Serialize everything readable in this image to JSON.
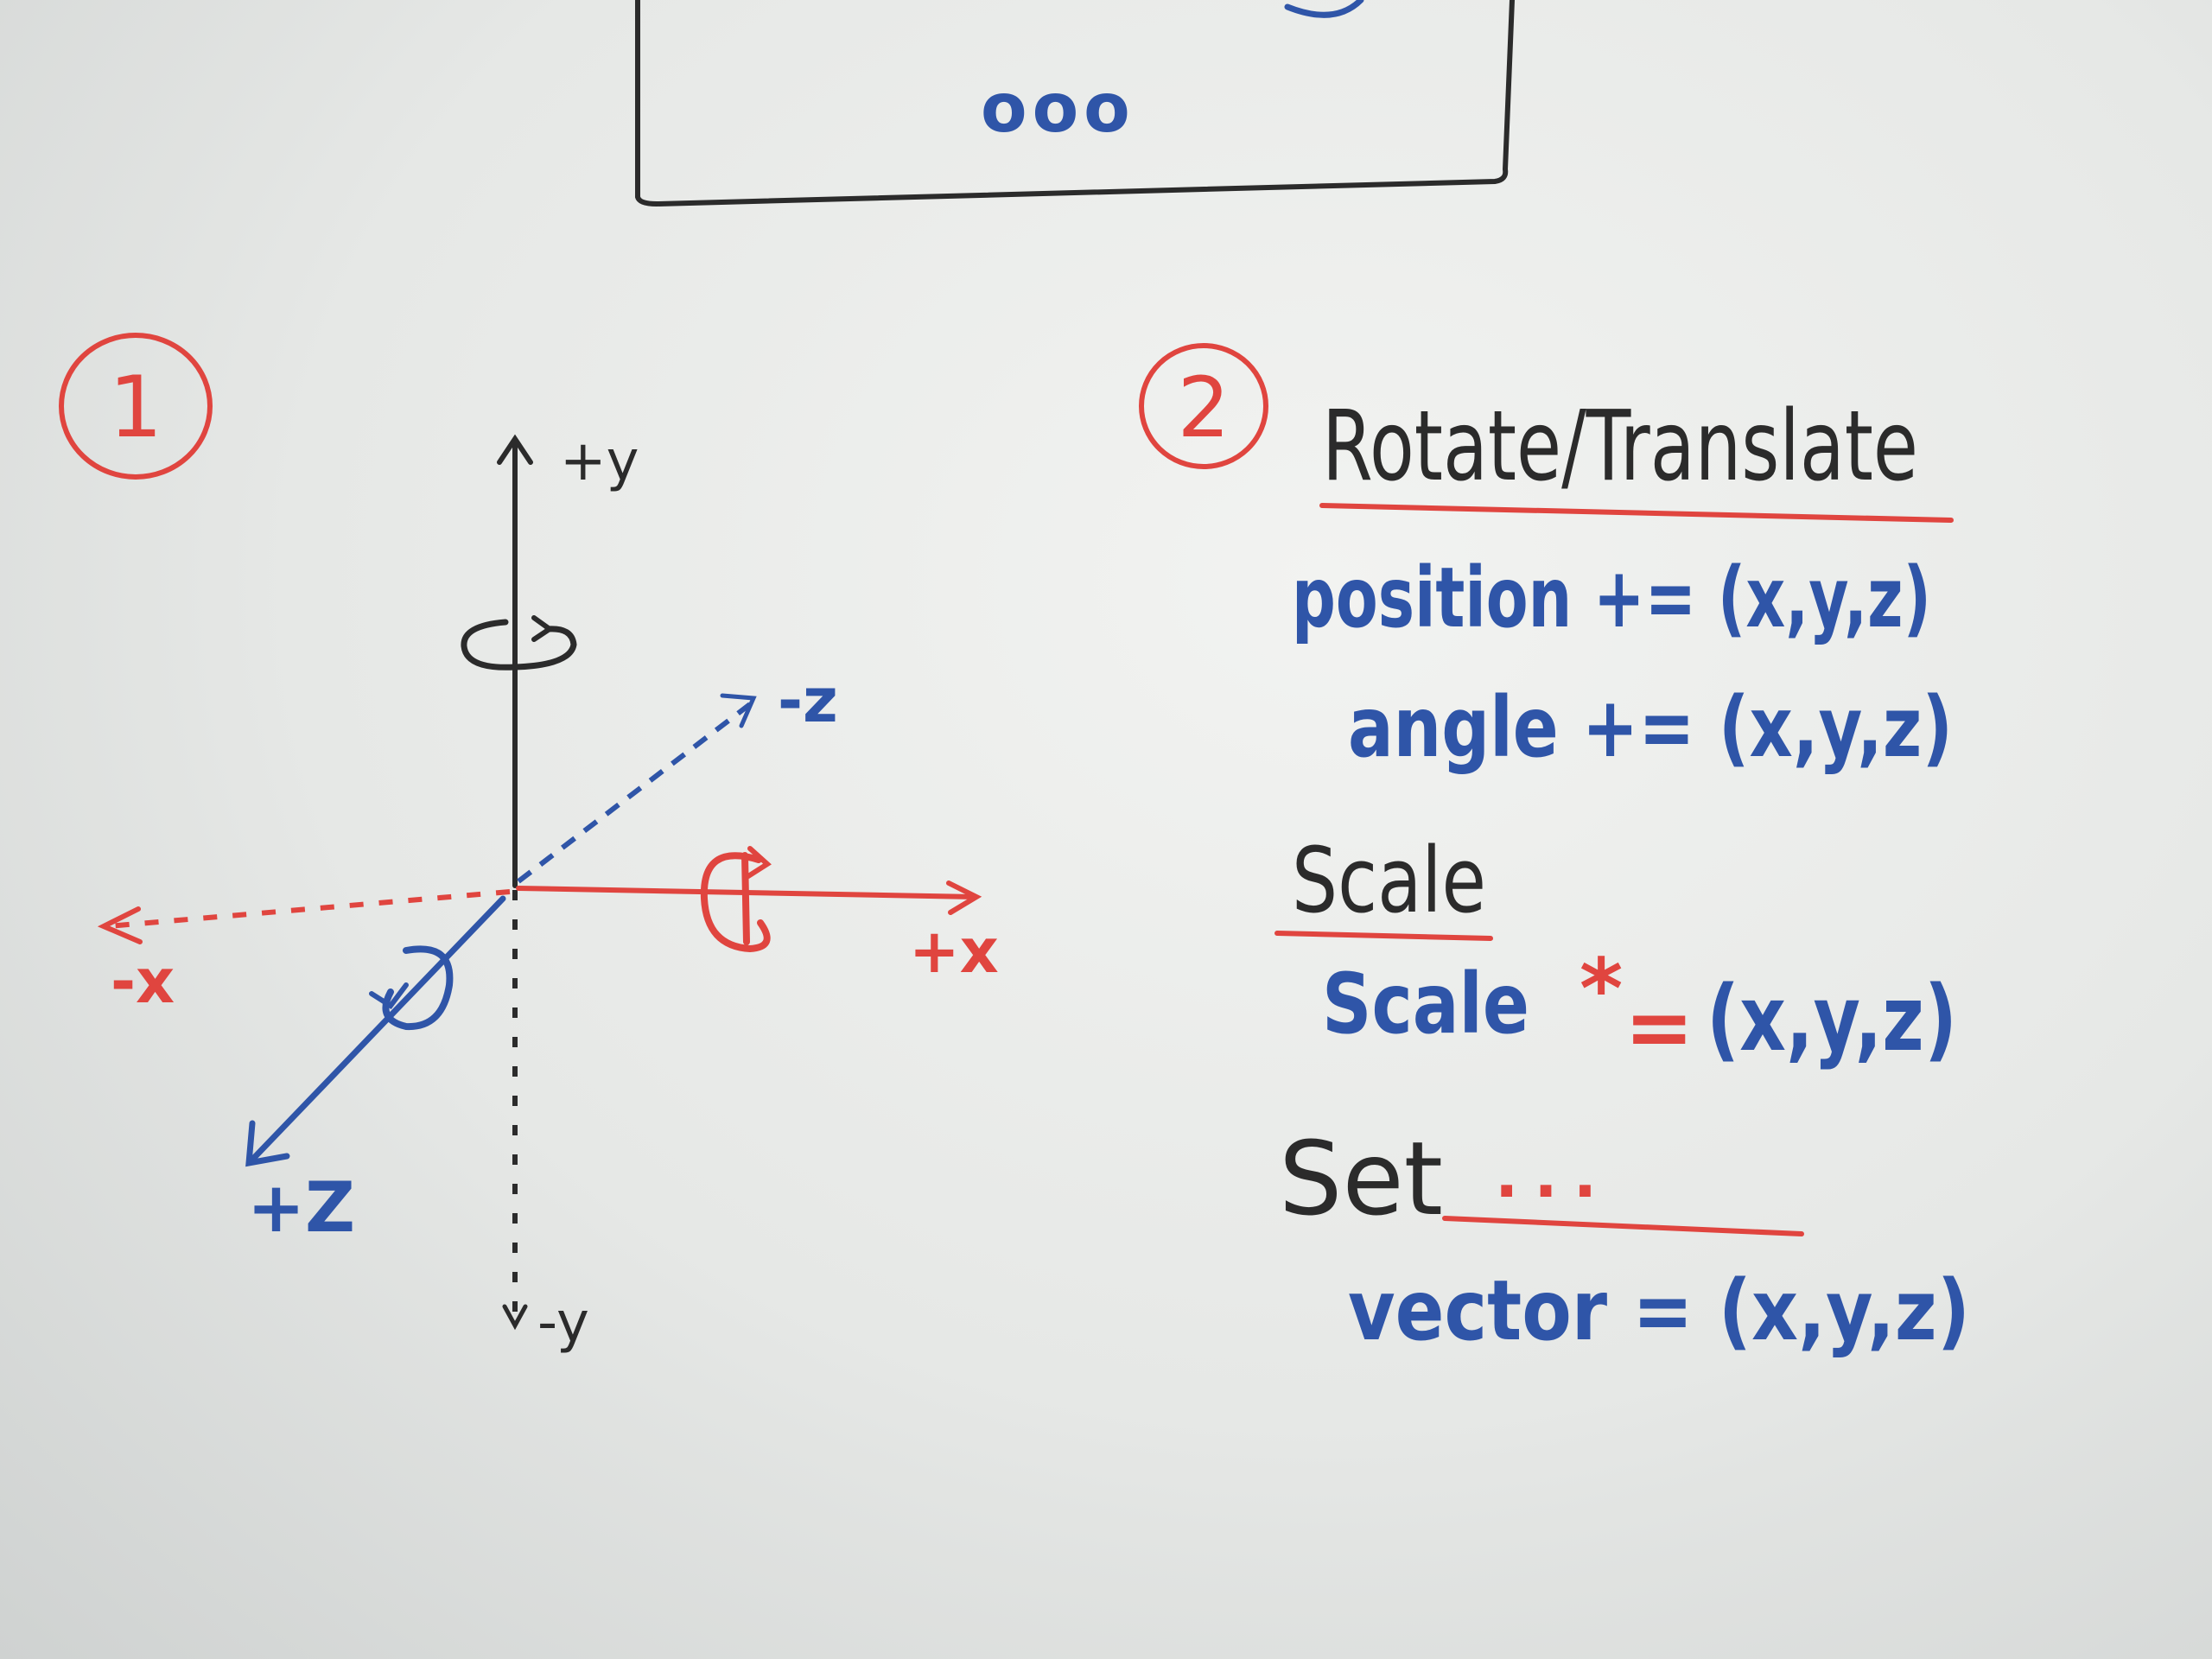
{
  "colors": {
    "black_marker": "#2b2b2b",
    "blue_marker": "#2f55a8",
    "red_marker": "#e0453f",
    "board": "#eceeec"
  },
  "top_box": {
    "dots_text": "ooo"
  },
  "section_1": {
    "number": "1",
    "axes": {
      "pos_y": "+y",
      "neg_y": "-y",
      "pos_x": "+x",
      "neg_x": "-x",
      "pos_z": "+Z",
      "neg_z": "-z"
    }
  },
  "section_2": {
    "number": "2",
    "rotate_translate": {
      "heading": "Rotate/Translate",
      "line1": "position += (x,y,z)",
      "line2": "angle += (x,y,z)"
    },
    "scale": {
      "heading": "Scale",
      "line_left": "Scale",
      "operator_star": "*",
      "operator_eq": "=",
      "line_right": "(x,y,z)"
    },
    "set": {
      "heading": "Set",
      "heading_dots": "...",
      "line": "vector = (x,y,z)"
    }
  }
}
